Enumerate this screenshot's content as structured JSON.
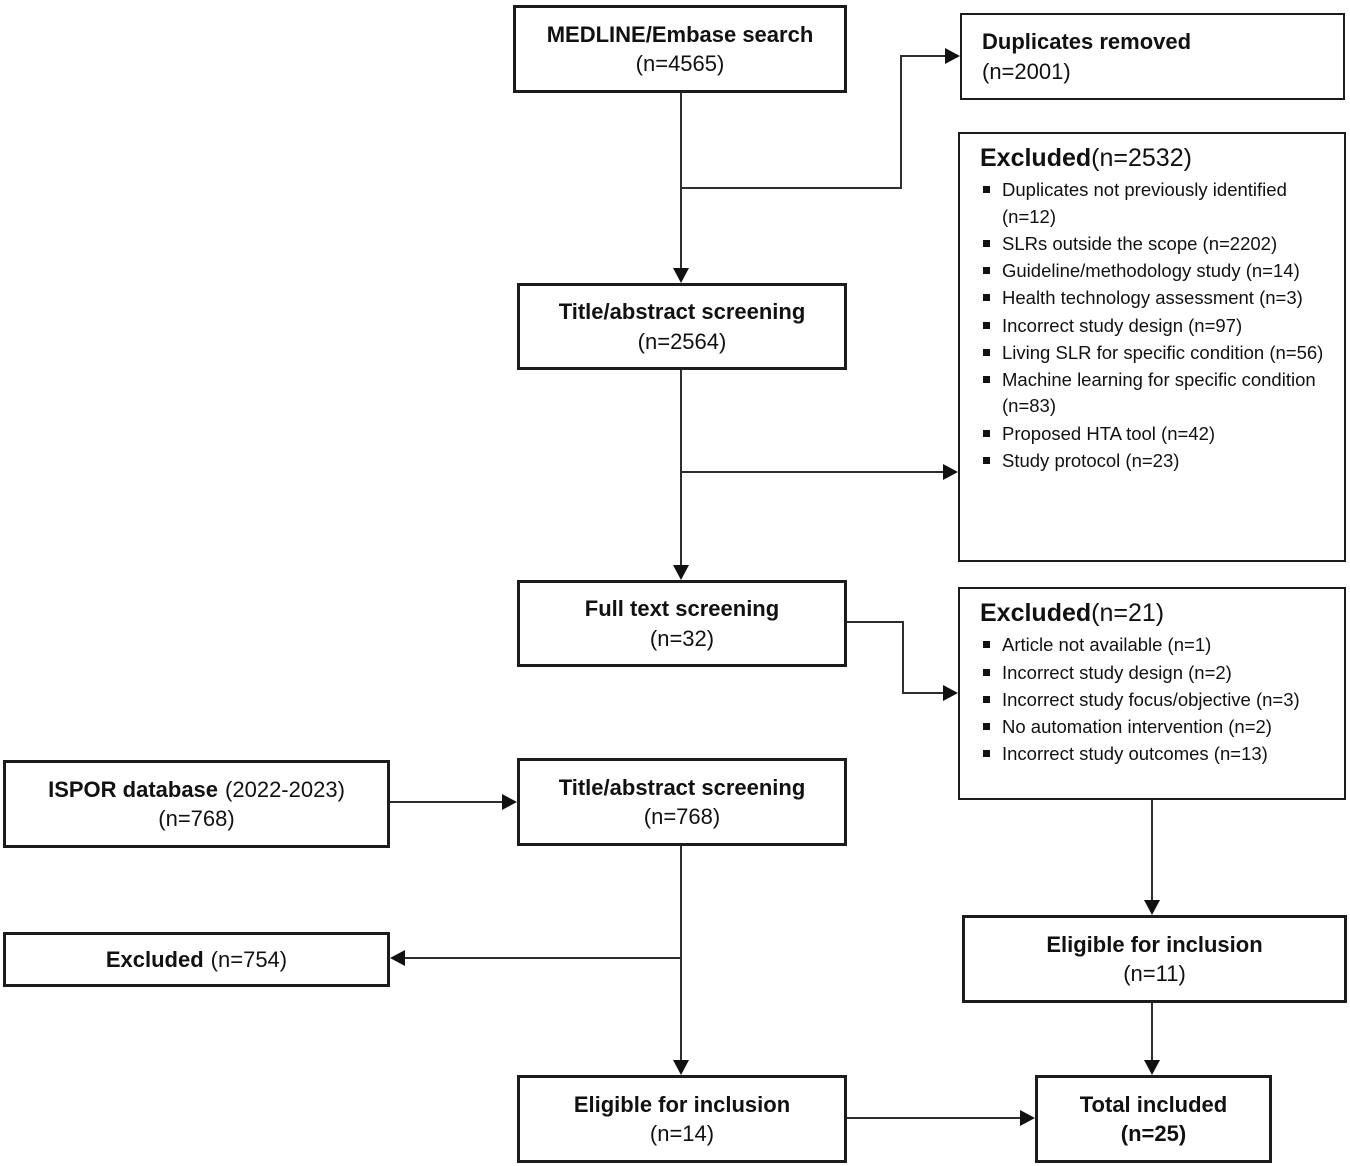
{
  "diagram": {
    "description": "Study selection flow diagram",
    "colors": {
      "border": "#1c1c1c",
      "background": "#ffffff",
      "text": "#111111",
      "connector": "#2e2e2e"
    },
    "boxes": {
      "medline_search": {
        "title": "MEDLINE/Embase search",
        "count": "(n=4565)"
      },
      "duplicates_removed": {
        "title": "Duplicates removed",
        "count": "(n=2001)"
      },
      "excluded_title_abstract": {
        "title": "Excluded",
        "count": "(n=2532)",
        "reasons": [
          "Duplicates not previously identified (n=12)",
          "SLRs outside the scope (n=2202)",
          "Guideline/methodology study (n=14)",
          "Health technology assessment (n=3)",
          "Incorrect study design (n=97)",
          "Living SLR for specific condition (n=56)",
          "Machine learning for specific condition (n=83)",
          "Proposed HTA tool (n=42)",
          "Study protocol (n=23)"
        ]
      },
      "title_abstract_screening_medline": {
        "title": "Title/abstract screening",
        "count": "(n=2564)"
      },
      "full_text_screening": {
        "title": "Full text screening",
        "count": "(n=32)"
      },
      "excluded_full_text": {
        "title": "Excluded",
        "count": "(n=21)",
        "reasons": [
          "Article not available (n=1)",
          "Incorrect study design (n=2)",
          "Incorrect study focus/objective (n=3)",
          "No automation intervention (n=2)",
          "Incorrect study outcomes (n=13)"
        ]
      },
      "ispor_database": {
        "title": "ISPOR database",
        "subtitle": "(2022-2023)",
        "count": "(n=768)"
      },
      "title_abstract_screening_ispor": {
        "title": "Title/abstract screening",
        "count": "(n=768)"
      },
      "excluded_ispor": {
        "title": "Excluded",
        "count": "(n=754)"
      },
      "eligible_medline": {
        "title": "Eligible for inclusion",
        "count": "(n=11)"
      },
      "eligible_ispor": {
        "title": "Eligible for inclusion",
        "count": "(n=14)"
      },
      "total_included": {
        "title": "Total included",
        "count": "(n=25)"
      }
    }
  }
}
